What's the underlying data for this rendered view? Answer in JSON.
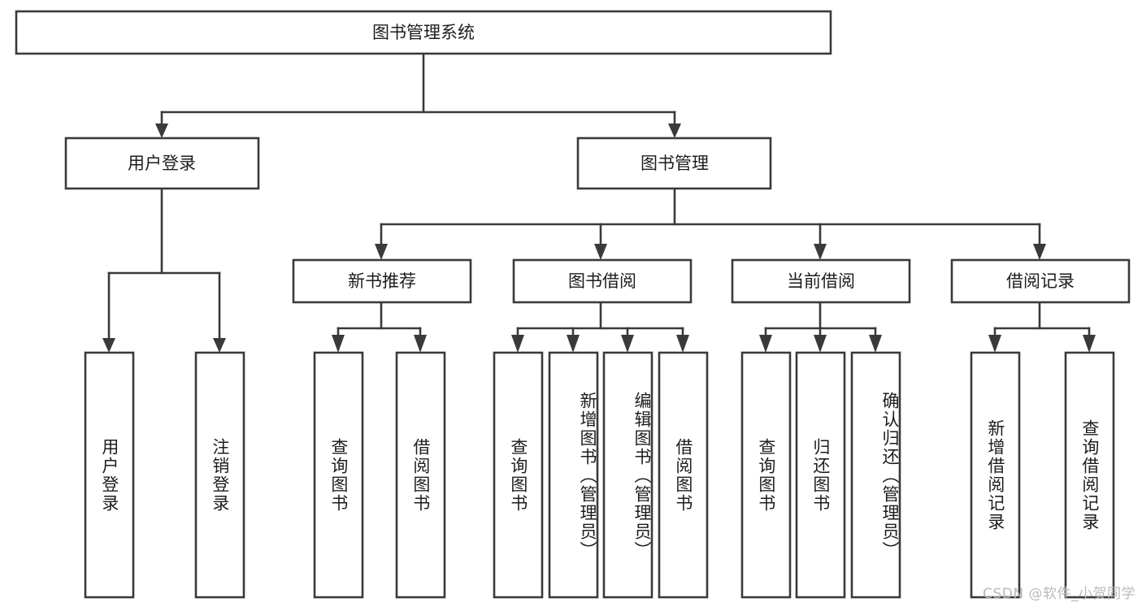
{
  "diagram": {
    "type": "tree-hierarchy-chart",
    "title": "图书管理系统",
    "watermark": "CSDN @软件_小贺同学",
    "colors": {
      "box_fill": "#ffffff",
      "box_stroke": "#3a3a3a",
      "text": "#1d1d1d",
      "background": "#ffffff",
      "watermark": "#b9b9b9"
    },
    "root": {
      "label": "图书管理系统",
      "orientation": "horizontal"
    },
    "level2": [
      {
        "label": "用户登录",
        "orientation": "horizontal"
      },
      {
        "label": "图书管理",
        "orientation": "horizontal"
      }
    ],
    "level3": [
      {
        "label": "新书推荐",
        "orientation": "horizontal",
        "parent": "图书管理"
      },
      {
        "label": "图书借阅",
        "orientation": "horizontal",
        "parent": "图书管理"
      },
      {
        "label": "当前借阅",
        "orientation": "horizontal",
        "parent": "图书管理"
      },
      {
        "label": "借阅记录",
        "orientation": "horizontal",
        "parent": "图书管理"
      }
    ],
    "leaves": {
      "用户登录": [
        {
          "label": "用户登录",
          "orientation": "vertical"
        },
        {
          "label": "注销登录",
          "orientation": "vertical"
        }
      ],
      "新书推荐": [
        {
          "label": "查询图书",
          "orientation": "vertical"
        },
        {
          "label": "借阅图书",
          "orientation": "vertical"
        }
      ],
      "图书借阅": [
        {
          "label": "查询图书",
          "orientation": "vertical"
        },
        {
          "label": "新增图书（管理员）",
          "orientation": "vertical"
        },
        {
          "label": "编辑图书（管理员）",
          "orientation": "vertical"
        },
        {
          "label": "借阅图书",
          "orientation": "vertical"
        }
      ],
      "当前借阅": [
        {
          "label": "查询图书",
          "orientation": "vertical"
        },
        {
          "label": "归还图书",
          "orientation": "vertical"
        },
        {
          "label": "确认归还（管理员）",
          "orientation": "vertical"
        }
      ],
      "借阅记录": [
        {
          "label": "新增借阅记录",
          "orientation": "vertical"
        },
        {
          "label": "查询借阅记录",
          "orientation": "vertical"
        }
      ]
    }
  }
}
